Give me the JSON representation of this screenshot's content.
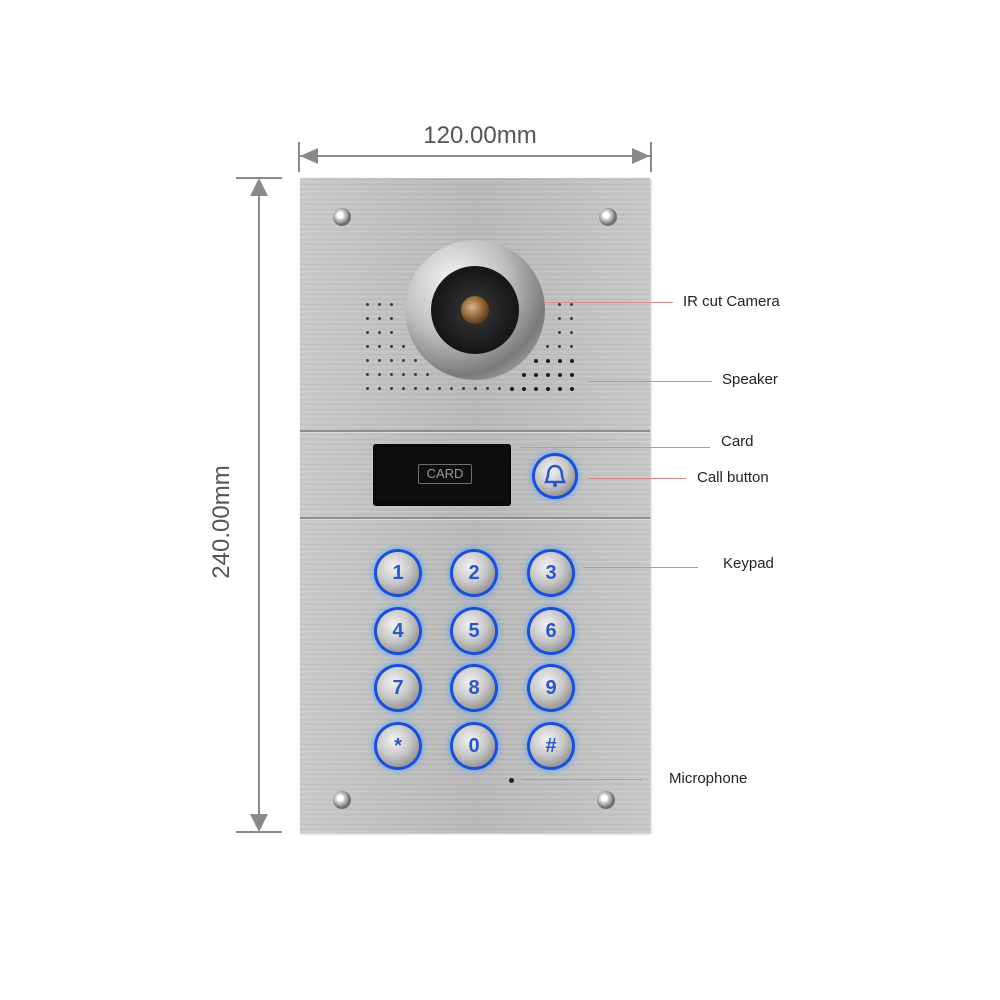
{
  "dimensions": {
    "width_label": "120.00mm",
    "height_label": "240.00mm"
  },
  "card_reader": {
    "label": "CARD"
  },
  "keypad": {
    "keys": [
      "1",
      "2",
      "3",
      "4",
      "5",
      "6",
      "7",
      "8",
      "9",
      "*",
      "0",
      "#"
    ]
  },
  "callouts": {
    "camera": "IR cut Camera",
    "speaker": "Speaker",
    "card": "Card",
    "call_button": "Call button",
    "keypad": "Keypad",
    "microphone": "Microphone"
  },
  "colors": {
    "key_glow": "#1a4fd6",
    "leader_line": "#d98b8b",
    "dimension_line": "#8a8a8a"
  },
  "icons": {
    "call_button": "bell-icon"
  }
}
